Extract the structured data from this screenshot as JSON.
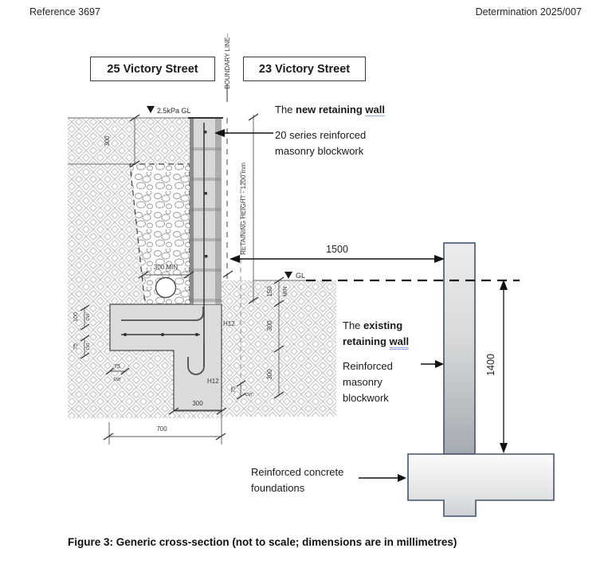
{
  "header": {
    "left": "Reference 3697",
    "right": "Determination 2025/007"
  },
  "properties": {
    "left_box": "25 Victory Street",
    "right_box": "23 Victory Street",
    "boundary_label": "BOUNDARY LINE–"
  },
  "annotations": {
    "new_wall": {
      "title_prefix": "The ",
      "title_bold": "new retaining ",
      "title_underlined": "wall",
      "desc_line1": "20 series reinforced",
      "desc_line2": "masonry blockwork"
    },
    "existing_wall": {
      "title_prefix": "The ",
      "title_bold": "existing",
      "title_bold2": "retaining ",
      "title_underlined": "wall",
      "desc_line1": "Reinforced",
      "desc_line2": "masonry",
      "desc_line3": "blockwork"
    },
    "foundations": {
      "line1": "Reinforced concrete",
      "line2": "foundations"
    }
  },
  "dimensions": {
    "surcharge_gl": "2.5kPa GL",
    "upper_soil_300": "300",
    "retaining_height": "RETAINING HEIGHT - 1200 mm",
    "gravel_width": "300 MIN",
    "gl": "GL",
    "embed_150": "150",
    "embed_min": "MIN",
    "embed_300a": "300",
    "embed_300b": "300",
    "span_1500": "1500",
    "existing_height_1400": "1400",
    "stem_width_300": "300",
    "footing_width_700": "700",
    "rebar_h12_wall": "H12",
    "rebar_h12_hook": "H12",
    "cover_100": "100",
    "cover_75": "75",
    "cvr": "cvr"
  },
  "caption": "Figure 3: Generic cross-section (not to scale; dimensions are in millimetres)",
  "colors": {
    "outline": "#44546a",
    "underline": "#8faadc",
    "linework": "#3f3f3f"
  }
}
